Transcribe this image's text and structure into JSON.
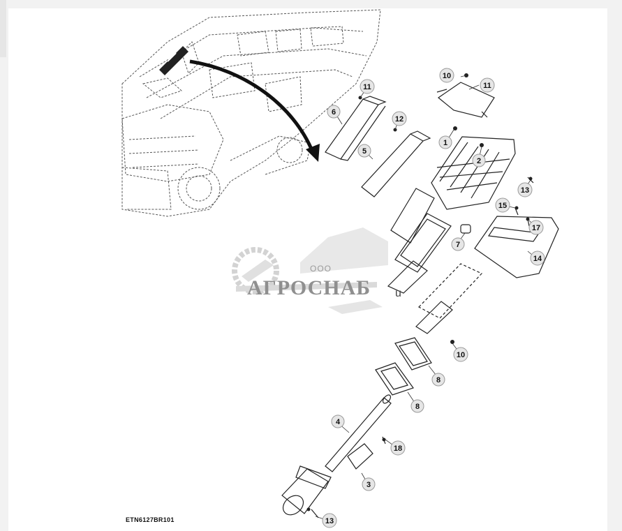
{
  "diagram": {
    "reference_code": "ETN6127BR101",
    "callouts": [
      {
        "id": "c1",
        "label": "1"
      },
      {
        "id": "c2",
        "label": "2"
      },
      {
        "id": "c3",
        "label": "3"
      },
      {
        "id": "c4",
        "label": "4"
      },
      {
        "id": "c5",
        "label": "5"
      },
      {
        "id": "c6",
        "label": "6"
      },
      {
        "id": "c7",
        "label": "7"
      },
      {
        "id": "c8a",
        "label": "8"
      },
      {
        "id": "c8b",
        "label": "8"
      },
      {
        "id": "c10a",
        "label": "10"
      },
      {
        "id": "c10b",
        "label": "10"
      },
      {
        "id": "c11a",
        "label": "11"
      },
      {
        "id": "c11b",
        "label": "11"
      },
      {
        "id": "c12",
        "label": "12"
      },
      {
        "id": "c13a",
        "label": "13"
      },
      {
        "id": "c13b",
        "label": "13"
      },
      {
        "id": "c14",
        "label": "14"
      },
      {
        "id": "c15",
        "label": "15"
      },
      {
        "id": "c17",
        "label": "17"
      },
      {
        "id": "c18",
        "label": "18"
      }
    ]
  },
  "watermark": {
    "prefix": "ООО",
    "name": "АГРОСНАБ",
    "tail": "u"
  }
}
